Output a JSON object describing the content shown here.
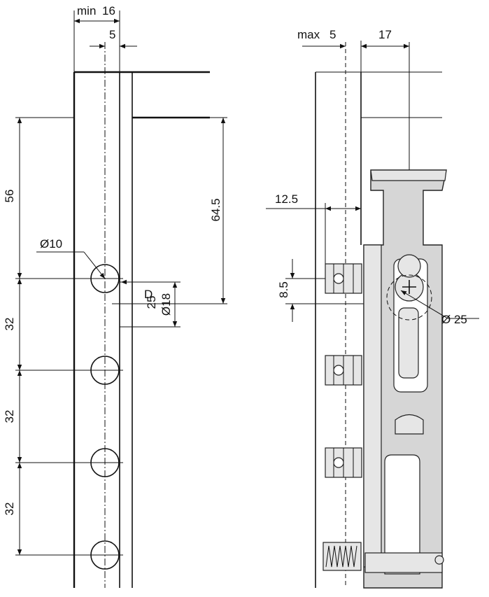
{
  "left_view": {
    "dim_min_label": "min",
    "dim_16": "16",
    "dim_5": "5",
    "dim_56": "56",
    "dim_64_5": "64.5",
    "dim_hole_dia": "Ø10",
    "dim_D": "D",
    "dim_25": "25",
    "dim_dia18": "Ø18",
    "dim_32_a": "32",
    "dim_32_b": "32",
    "dim_32_c": "32"
  },
  "right_view": {
    "dim_max_label": "max",
    "dim_5": "5",
    "dim_17": "17",
    "dim_12_5": "12.5",
    "dim_8_5": "8.5",
    "dim_dia25": "Ø 25"
  },
  "colors": {
    "line": "#111111",
    "part_fill": "#d6d6d6",
    "background": "#ffffff"
  }
}
